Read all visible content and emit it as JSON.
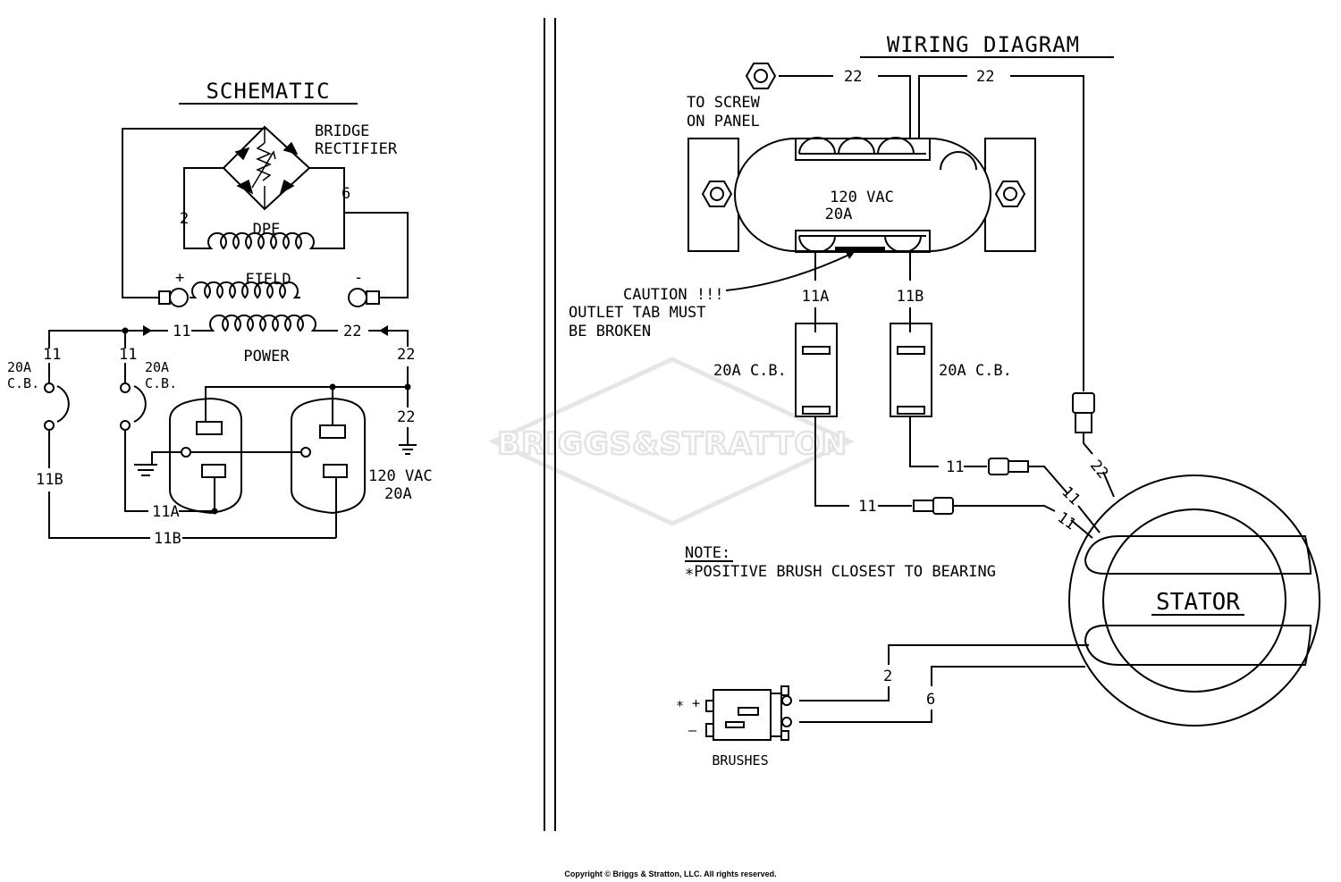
{
  "schematic": {
    "title": "SCHEMATIC",
    "bridge_rectifier": [
      "BRIDGE",
      "RECTIFIER"
    ],
    "dpe_label": "DPE",
    "field_label": "FIELD",
    "power_label": "POWER",
    "plus": "+",
    "minus": "-",
    "wire_2": "2",
    "wire_6": "6",
    "wire_11_top": "11",
    "wire_22_top": "22",
    "wire_11_left": "11",
    "wire_11_mid": "11",
    "wire_22_right": "22",
    "wire_22_ground": "22",
    "wire_11b_left": "11B",
    "wire_11a_bottom": "11A",
    "wire_11b_bottom": "11B",
    "cb_left": [
      "20A",
      "C.B."
    ],
    "cb_mid": [
      "20A",
      "C.B."
    ],
    "outlet_rating": [
      "120 VAC",
      "20A"
    ]
  },
  "wiring": {
    "title": "WIRING DIAGRAM",
    "to_screw": [
      "TO SCREW",
      "ON PANEL"
    ],
    "wire_22_a": "22",
    "wire_22_b": "22",
    "outlet_rating": [
      "120  VAC",
      "20A"
    ],
    "caution": [
      "CAUTION !!!",
      "OUTLET TAB MUST",
      "BE BROKEN"
    ],
    "wire_11a": "11A",
    "wire_11b": "11B",
    "cb_left": "20A C.B.",
    "cb_right": "20A C.B.",
    "wire_11_upper": "11",
    "wire_11_lower": "11",
    "stator_11_upper": "11",
    "stator_11_lower": "11",
    "stator_22": "22",
    "note_title": "NOTE:",
    "note_text": "∗POSITIVE BRUSH CLOSEST TO BEARING",
    "stator": "STATOR",
    "wire_2": "2",
    "wire_6": "6",
    "brush_plus": "∗ +",
    "brush_minus": "–",
    "brushes": "BRUSHES"
  },
  "watermark": "BRIGGS&STRATTON",
  "copyright": "Copyright © Briggs & Stratton, LLC. All rights reserved."
}
